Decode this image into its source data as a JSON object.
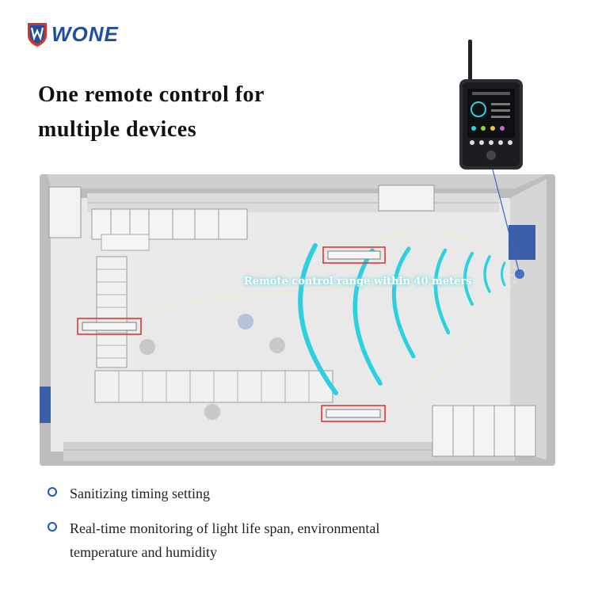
{
  "brand": {
    "name": "WONE",
    "color": "#1f4ea1",
    "accent": "#d2332e"
  },
  "headline": {
    "line1": "One remote control for",
    "line2": "multiple devices"
  },
  "diagram": {
    "range_label": "Remote control range within 40 meters",
    "wave_color": "#2ed0e0",
    "highlight_color": "#d2332e"
  },
  "features": [
    {
      "text": "Sanitizing timing setting"
    },
    {
      "text": "Real-time monitoring of light life span, environmental temperature and humidity"
    }
  ],
  "colors": {
    "bullet": "#1a57b8",
    "floor": "#d9d9d9"
  }
}
